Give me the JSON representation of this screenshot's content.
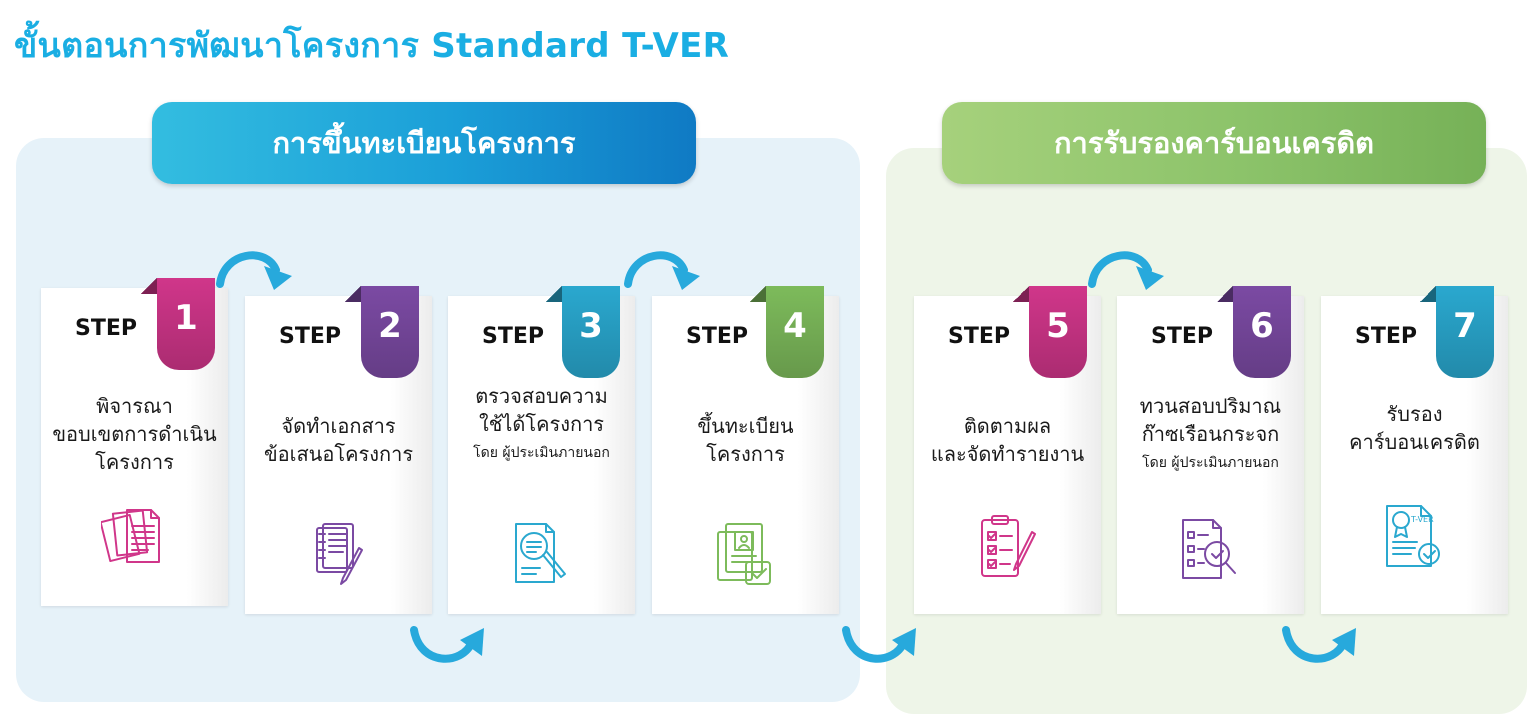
{
  "title": "ขั้นตอนการพัฒนาโครงการ Standard T-VER",
  "phases": {
    "registration": "การขึ้นทะเบียนโครงการ",
    "certification": "การรับรองคาร์บอนเครดิต"
  },
  "step_word": "STEP",
  "steps": [
    {
      "number": "1",
      "lines": [
        "พิจารณา",
        "ขอบเขตการดำเนิน",
        "โครงการ"
      ],
      "note": "",
      "icon": "documents-icon",
      "color": "#d0368a"
    },
    {
      "number": "2",
      "lines": [
        "จัดทำเอกสาร",
        "ข้อเสนอโครงการ"
      ],
      "note": "",
      "icon": "notebook-pen-icon",
      "color": "#7b4aa3"
    },
    {
      "number": "3",
      "lines": [
        "ตรวจสอบความ",
        "ใช้ได้โครงการ"
      ],
      "note": "โดย ผู้ประเมินภายนอก",
      "icon": "magnifier-document-icon",
      "color": "#2aa8cf"
    },
    {
      "number": "4",
      "lines": [
        "ขึ้นทะเบียน",
        "โครงการ"
      ],
      "note": "",
      "icon": "registration-certificate-icon",
      "color": "#7dbb5b"
    },
    {
      "number": "5",
      "lines": [
        "ติดตามผล",
        "และจัดทำรายงาน"
      ],
      "note": "",
      "icon": "clipboard-checklist-icon",
      "color": "#d0368a"
    },
    {
      "number": "6",
      "lines": [
        "ทวนสอบปริมาณ",
        "ก๊าซเรือนกระจก"
      ],
      "note": "โดย ผู้ประเมินภายนอก",
      "icon": "checklist-magnifier-icon",
      "color": "#7b4aa3"
    },
    {
      "number": "7",
      "lines": [
        "รับรอง",
        "คาร์บอนเครดิต"
      ],
      "note": "",
      "icon": "tver-certificate-icon",
      "color": "#2aa8cf"
    }
  ],
  "certificate_tag": "T-VER",
  "colors": {
    "title": "#1aaee3",
    "arrow": "#27a9dc",
    "blue_panel": "#e6f2f9",
    "green_panel": "#eef5e8"
  }
}
